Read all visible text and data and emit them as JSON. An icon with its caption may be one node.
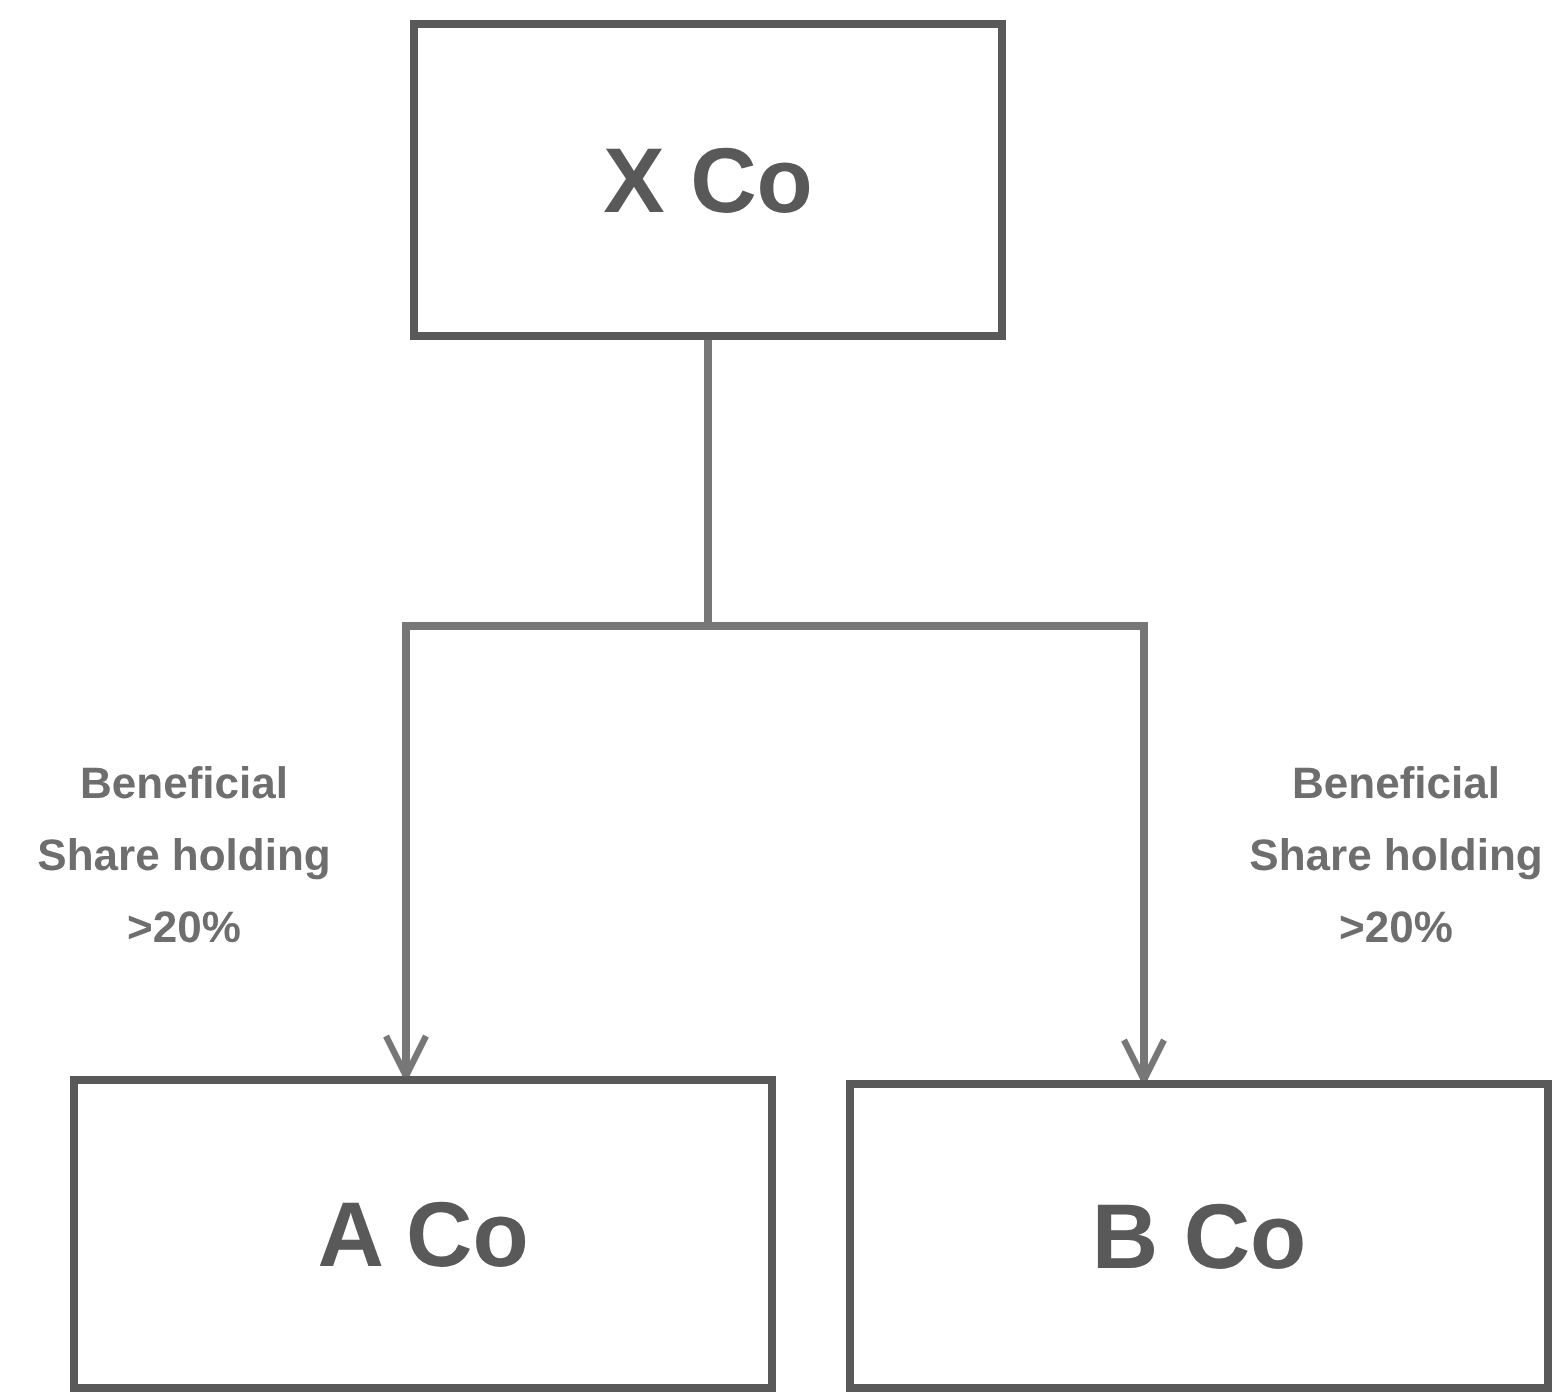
{
  "diagram": {
    "nodes": [
      {
        "text": [
          "X Co"
        ]
      },
      {
        "text": [
          "A Co"
        ]
      },
      {
        "text": [
          "B Co"
        ]
      }
    ],
    "edges": [
      {
        "from": 0,
        "to": 1,
        "arrow": "to",
        "label": "Beneficial Share holding >20%"
      },
      {
        "from": 0,
        "to": 2,
        "arrow": "to",
        "label": "Beneficial Share holding >20%"
      }
    ]
  }
}
